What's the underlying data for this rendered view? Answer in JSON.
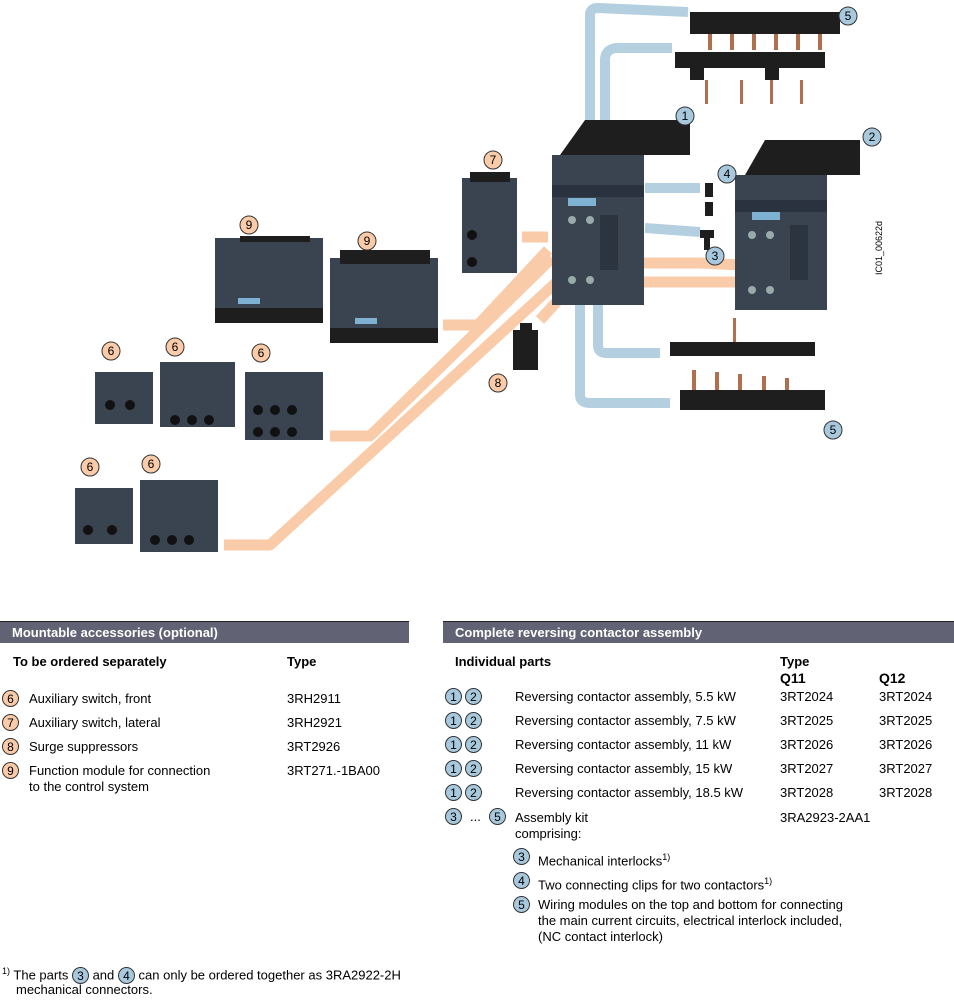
{
  "diagram": {
    "image_id": "IC01_00622d",
    "callouts": [
      "1",
      "2",
      "3",
      "4",
      "5",
      "6",
      "7",
      "8",
      "9"
    ],
    "colors": {
      "orange": "#f9cba8",
      "blue": "#a8c9dd",
      "dark": "#3a4350",
      "black": "#1e1e1e"
    }
  },
  "left_table": {
    "header": "Mountable accessories (optional)",
    "col1": "To be ordered separately",
    "col2": "Type",
    "rows": [
      {
        "num": "6",
        "label": "Auxiliary switch, front",
        "type": "3RH2911"
      },
      {
        "num": "7",
        "label": "Auxiliary switch, lateral",
        "type": "3RH2921"
      },
      {
        "num": "8",
        "label": "Surge suppressors",
        "type": "3RT2926"
      },
      {
        "num": "9",
        "label": "Function module for connection",
        "label2": "to the control system",
        "type": "3RT271.-1BA00"
      }
    ]
  },
  "right_table": {
    "header": "Complete reversing contactor assembly",
    "col1": "Individual parts",
    "type_label": "Type",
    "q11": "Q11",
    "q12": "Q12",
    "rows": [
      {
        "a": "1",
        "b": "2",
        "label": "Reversing contactor assembly, 5.5 kW",
        "q11": "3RT2024",
        "q12": "3RT2024"
      },
      {
        "a": "1",
        "b": "2",
        "label": "Reversing contactor assembly, 7.5 kW",
        "q11": "3RT2025",
        "q12": "3RT2025"
      },
      {
        "a": "1",
        "b": "2",
        "label": "Reversing contactor assembly, 11 kW",
        "q11": "3RT2026",
        "q12": "3RT2026"
      },
      {
        "a": "1",
        "b": "2",
        "label": "Reversing contactor assembly, 15 kW",
        "q11": "3RT2027",
        "q12": "3RT2027"
      },
      {
        "a": "1",
        "b": "2",
        "label": "Reversing contactor assembly, 18.5 kW",
        "q11": "3RT2028",
        "q12": "3RT2028"
      }
    ],
    "kit": {
      "from": "3",
      "ellipsis": "...",
      "to": "5",
      "label": "Assembly kit",
      "label2": "comprising:",
      "type": "3RA2923-2AA1"
    },
    "sub": [
      {
        "num": "3",
        "label": "Mechanical interlocks",
        "sup": "1)"
      },
      {
        "num": "4",
        "label": "Two connecting clips for two contactors",
        "sup": "1)"
      },
      {
        "num": "5",
        "label": "Wiring modules on the top and bottom for connecting",
        "label2": "the main current circuits, electrical interlock included,",
        "label3": "(NC contact interlock)"
      }
    ]
  },
  "footnote": {
    "mark": "1)",
    "pre": "The parts",
    "a": "3",
    "and": "and",
    "b": "4",
    "post": "can only be ordered together as 3RA2922-2H",
    "line2": "mechanical connectors."
  }
}
